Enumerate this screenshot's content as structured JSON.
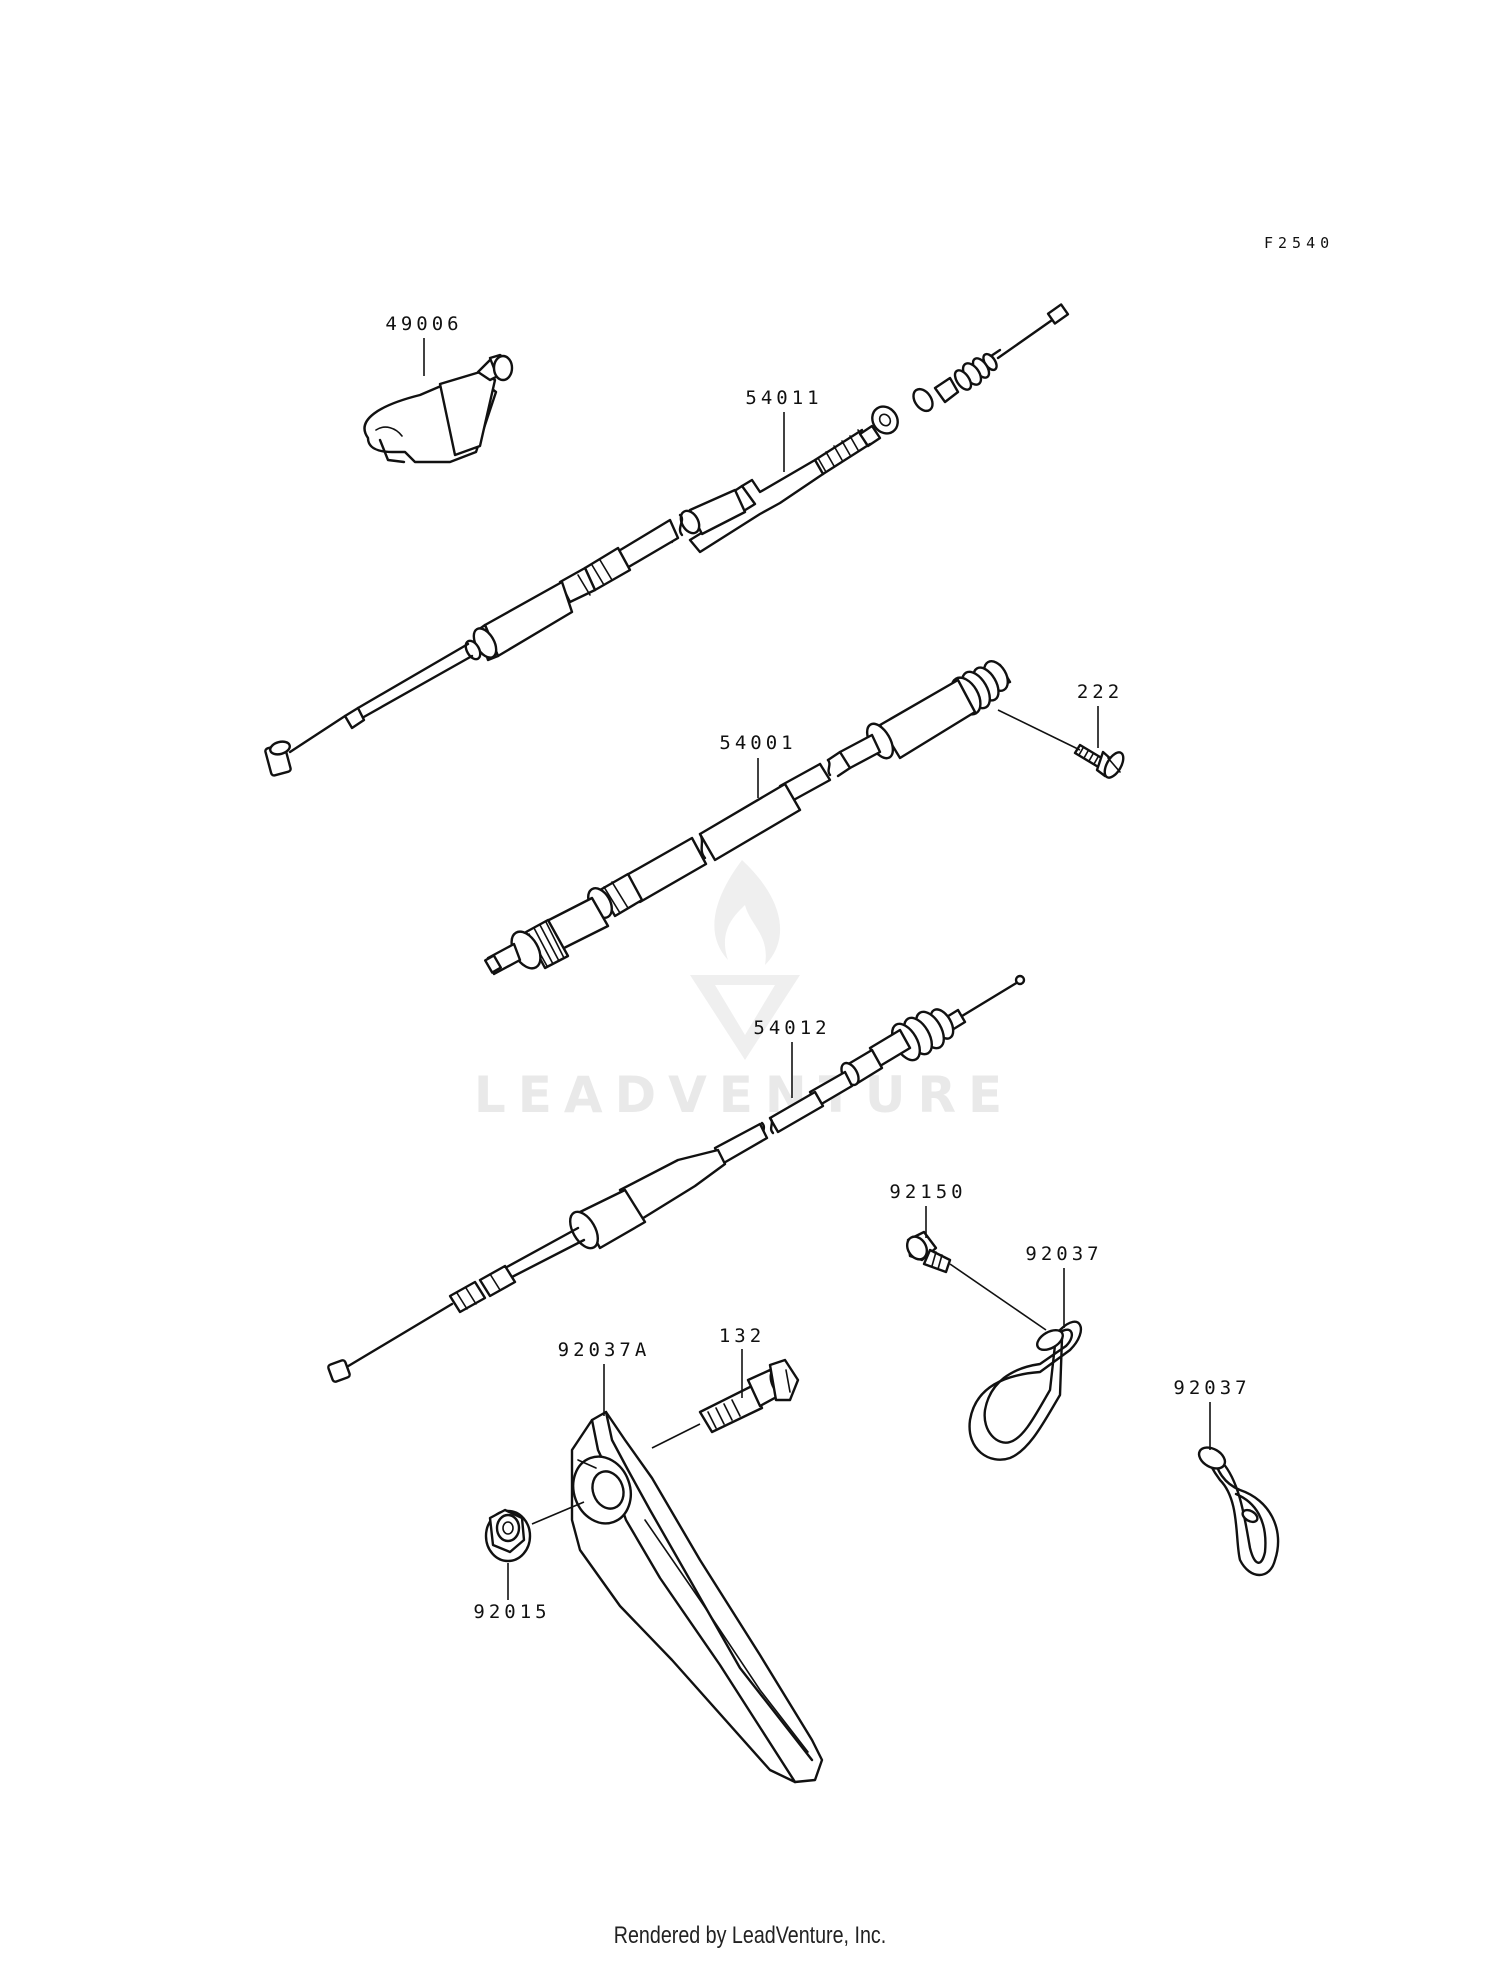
{
  "figure_code": "F2540",
  "watermark_text": "LEADVENTURE",
  "footer_text": "Rendered by LeadVenture, Inc.",
  "parts": {
    "p49006": "49006",
    "p54011": "54011",
    "p54001": "54001",
    "p222": "222",
    "p54012": "54012",
    "p92150": "92150",
    "p92037_a": "92037",
    "p92037_b": "92037",
    "p132": "132",
    "p92037A": "92037A",
    "p92015": "92015"
  }
}
